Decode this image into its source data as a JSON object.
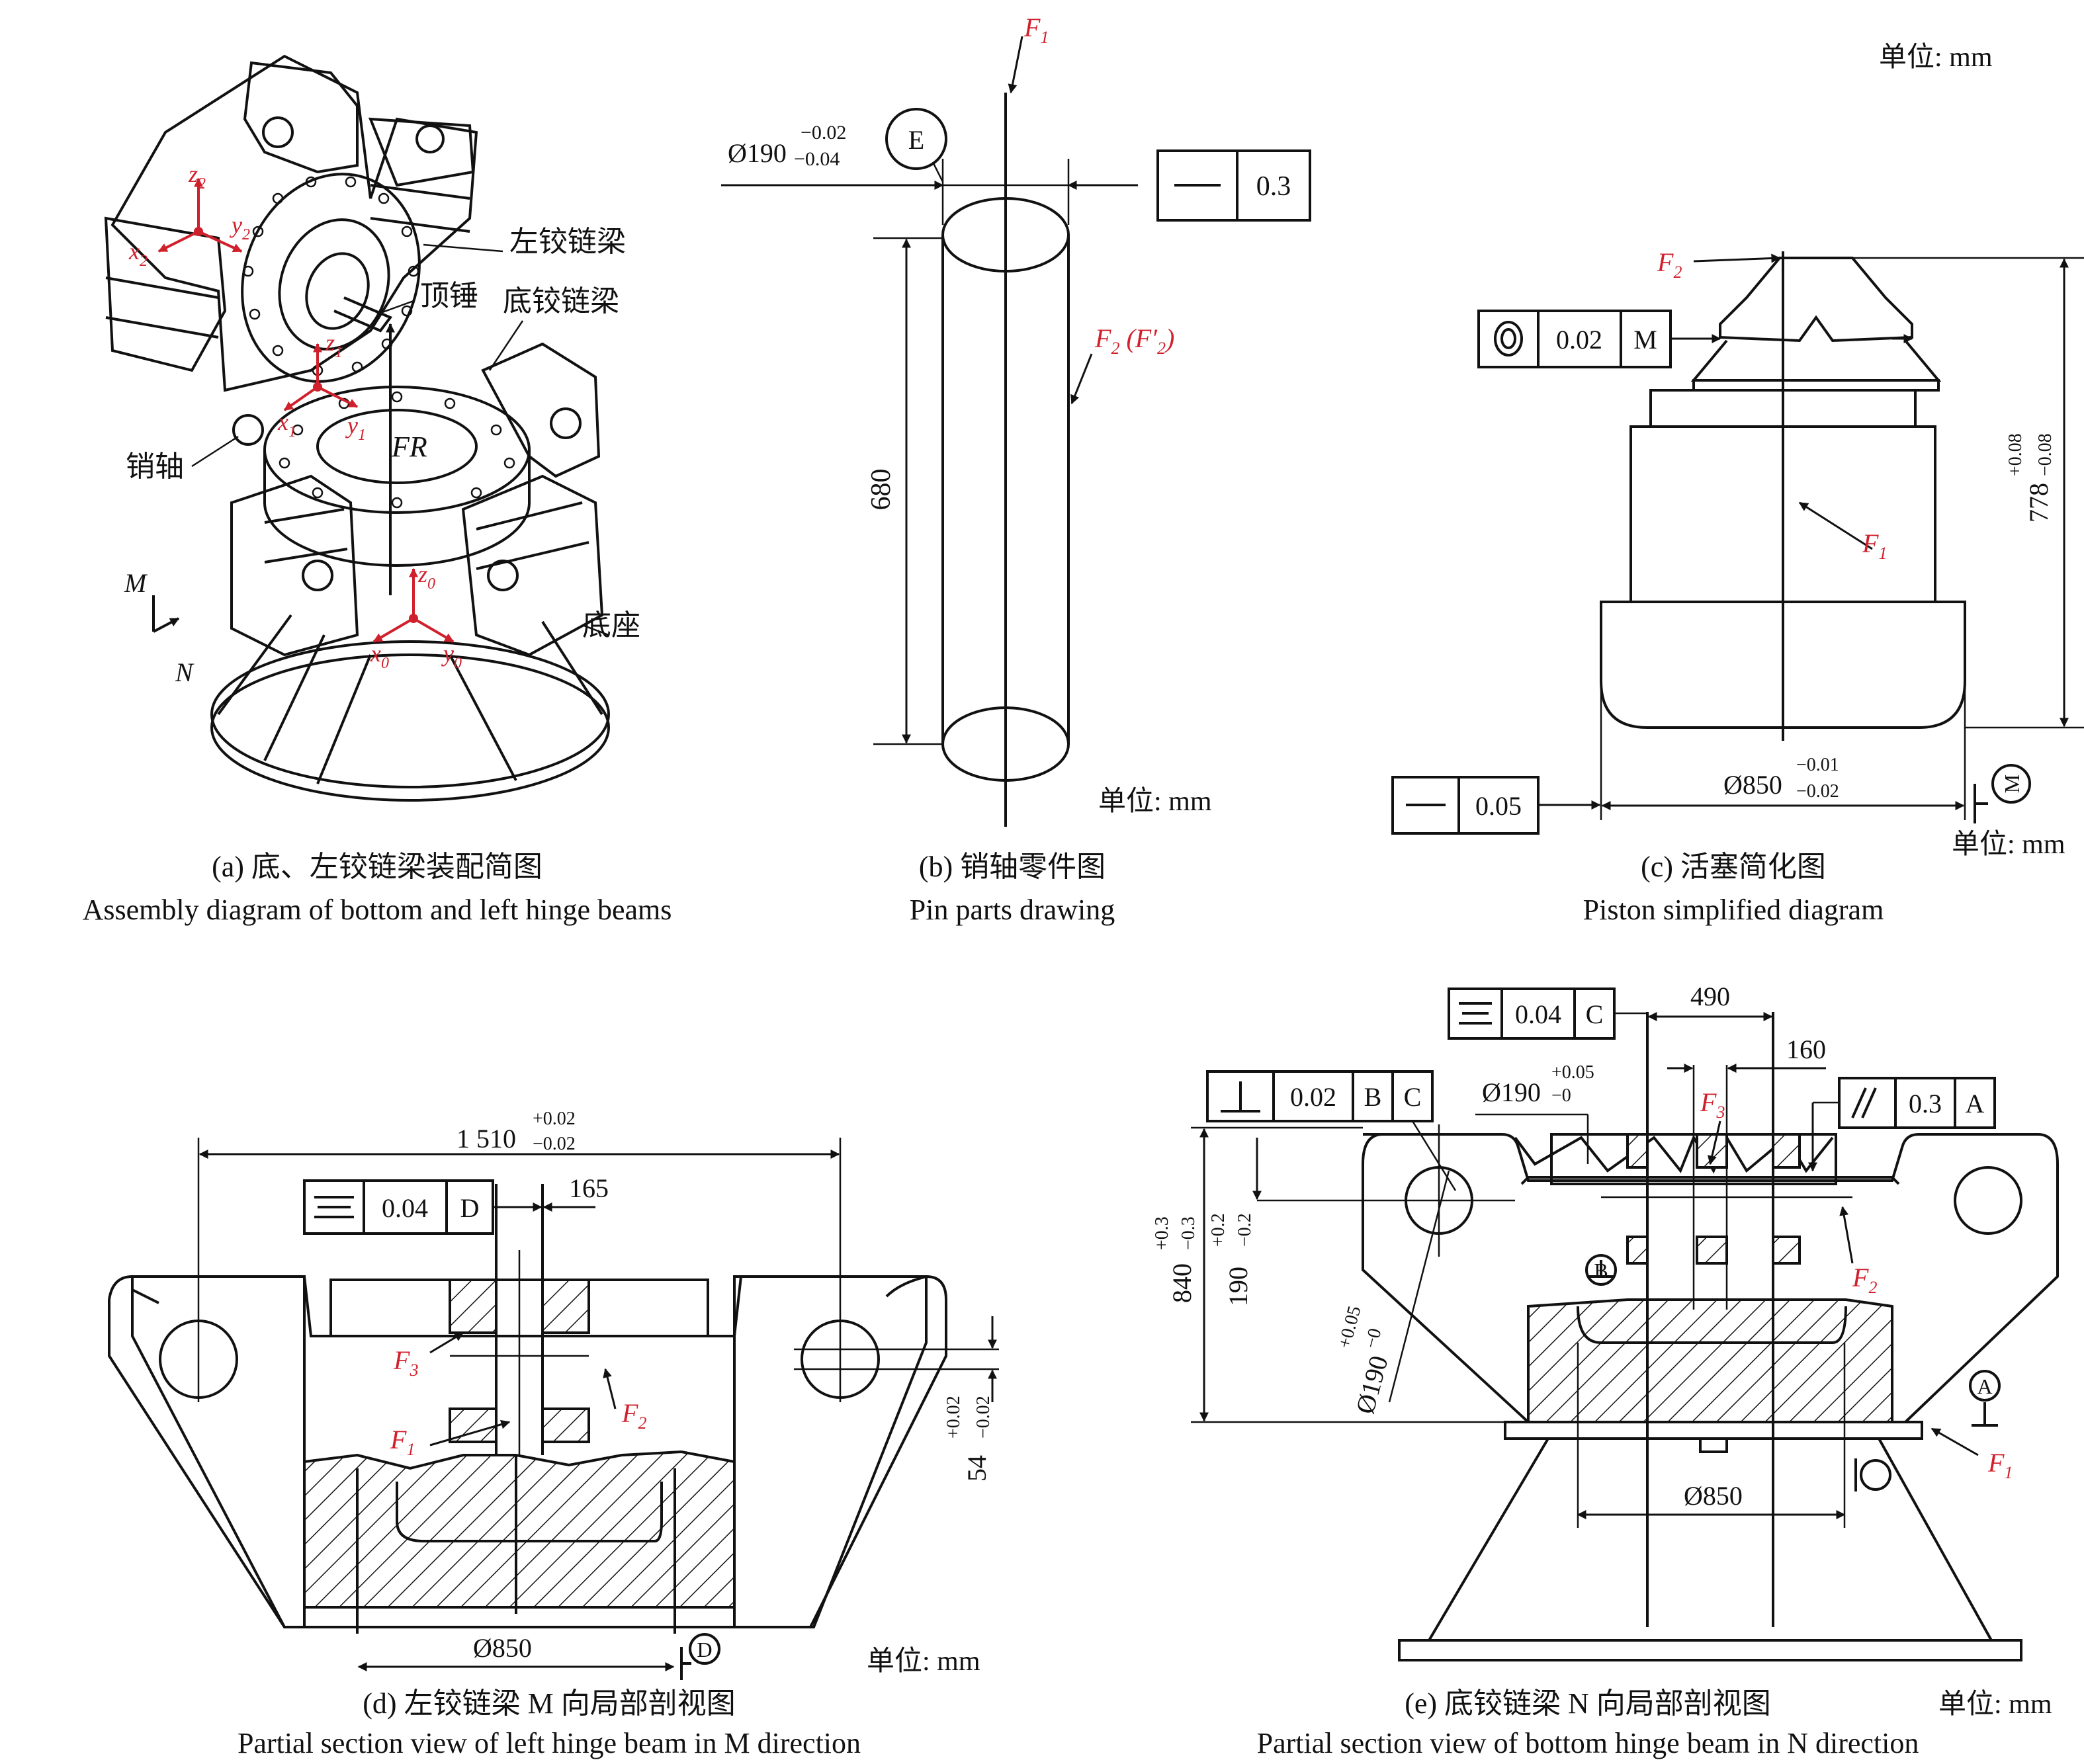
{
  "unit_label": "单位: mm",
  "panels": {
    "a": {
      "caption_cn": "(a) 底、左铰链梁装配简图",
      "caption_en": "Assembly diagram of bottom and left hinge beams",
      "labels": {
        "left_hinge_beam": "左铰链梁",
        "top_hammer": "顶锤",
        "bottom_hinge_beam": "底铰链梁",
        "pin_shaft": "销轴",
        "base": "底座",
        "fr": "FR",
        "m": "M",
        "n": "N"
      },
      "axes": {
        "x2": "x",
        "y2": "y",
        "z2": "z",
        "s2": "2",
        "x1": "x",
        "y1": "y",
        "z1": "z",
        "s1": "1",
        "x0": "x",
        "y0": "y",
        "z0": "z",
        "s0": "0"
      }
    },
    "b": {
      "caption_cn": "(b) 销轴零件图",
      "caption_en": "Pin parts drawing",
      "diameter": "Ø190",
      "tol_upper": "−0.02",
      "tol_lower": "−0.04",
      "datum": "E",
      "straightness": "0.3",
      "length": "680",
      "f1": "F",
      "f1_sub": "1",
      "f2": "F",
      "f2_sub": "2",
      "f2_prime": "(F′",
      "f2_prime_sub": "2",
      "f2_close": ")"
    },
    "c": {
      "caption_cn": "(c) 活塞简化图",
      "caption_en": "Piston simplified diagram",
      "concentricity": "0.02",
      "modifier": "M",
      "flatness": "0.05",
      "diameter": "Ø850",
      "tol_upper": "−0.01",
      "tol_lower": "−0.02",
      "height": "778",
      "h_upper": "+0.08",
      "h_lower": "−0.08",
      "datum": "M",
      "f1": "F",
      "f1_sub": "1",
      "f2": "F",
      "f2_sub": "2"
    },
    "d": {
      "caption_cn": "(d) 左铰链梁 M 向局部剖视图",
      "caption_en": "Partial section view of left hinge beam in M direction",
      "span": "1 510",
      "span_upper": "+0.02",
      "span_lower": "−0.02",
      "symmetry": "0.04",
      "datum": "D",
      "width": "165",
      "height": "54",
      "h_upper": "+0.02",
      "h_lower": "−0.02",
      "diameter": "Ø850",
      "f1": "F",
      "f1_sub": "1",
      "f2": "F",
      "f2_sub": "2",
      "f3": "F",
      "f3_sub": "3"
    },
    "e": {
      "caption_cn": "(e) 底铰链梁 N 向局部剖视图",
      "caption_en": "Partial section view of bottom hinge beam in N direction",
      "symmetry": "0.04",
      "sym_datum": "C",
      "width1": "490",
      "width2": "160",
      "perpendicularity": "0.02",
      "perp_datum1": "B",
      "perp_datum2": "C",
      "parallelism": "0.3",
      "par_datum": "A",
      "bore": "Ø190",
      "bore_upper": "+0.05",
      "bore_lower": "−0",
      "bore2": "Ø190",
      "bore2_upper": "+0.05",
      "bore2_lower": "−0",
      "h1": "840",
      "h1_upper": "+0.3",
      "h1_lower": "−0.3",
      "h2": "190",
      "h2_upper": "+0.2",
      "h2_lower": "−0.2",
      "diameter": "Ø850",
      "datum_a": "A",
      "datum_b": "B",
      "f1": "F",
      "f1_sub": "1",
      "f2": "F",
      "f2_sub": "2",
      "f3": "F",
      "f3_sub": "3"
    }
  }
}
